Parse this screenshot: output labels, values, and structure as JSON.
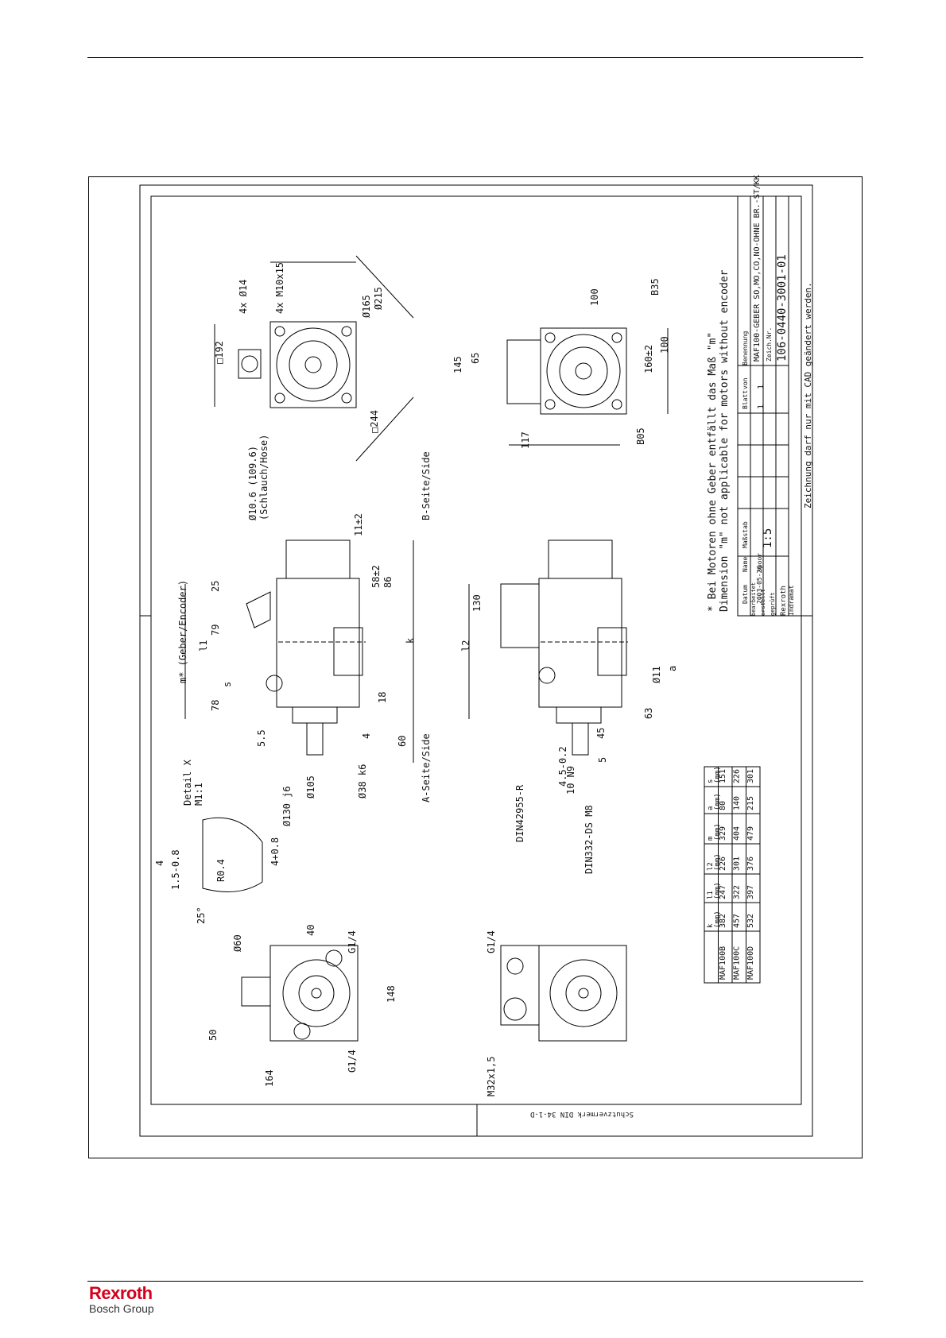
{
  "footer": {
    "brand": "Rexroth",
    "group": "Bosch Group"
  },
  "drawing": {
    "note_de": "* Bei Motoren ohne Geber entfällt das Maß \"m\"",
    "note_en": "Dimension \"m\" not applicable for motors without encoder",
    "cad_note": "Zeichnung darf nur mit CAD geändert werden.",
    "trademark": "Schutzvermerk DIN 34-1-D",
    "detail_title": "Detail X",
    "detail_scale": "M1:1",
    "a_side": "A-Seite/Side",
    "b_side": "B-Seite/Side",
    "hose": "Ø10.6 (109.6)",
    "hose2": "(Schlauch/Hose)",
    "encoder_dim": "m* (Geber/Encoder)",
    "flange_holes": "4x Ø14",
    "threads": "4x M10x15",
    "din1": "DIN42955-R",
    "din2": "DIN332-DS M8",
    "b35": "B35",
    "b05": "B05",
    "g14": "G1/4",
    "m32": "M32x1,5",
    "dims": {
      "d215": "Ø215",
      "d165": "Ø165",
      "sq192": "□192",
      "sq244": "□244",
      "d38": "Ø38 k6",
      "d105": "Ø105",
      "d130": "Ø130 j6",
      "d60": "Ø60",
      "d11": "Ø11",
      "n25": "25",
      "n79": "79",
      "n78": "78",
      "n55": "5.5",
      "n4": "4",
      "n60": "60",
      "n18": "18",
      "n86": "86",
      "n58": "58±2",
      "n11": "11±2",
      "n145": "145",
      "n65": "65",
      "n117": "117",
      "n100a": "100",
      "n100b": "100",
      "n160": "160±2",
      "n130": "130",
      "n45": "45",
      "n5": "5",
      "n63": "63",
      "n10": "10 N9",
      "n4b": "4.5-0.2",
      "n148": "148",
      "n164": "164",
      "n50": "50",
      "n40": "40",
      "n25d": "25°",
      "r04": "R0.4",
      "n15": "1.5-0.8",
      "n4d": "4",
      "n4e": "4+0.8",
      "l1": "l1",
      "l2": "l2",
      "s": "s",
      "a": "a",
      "k": "k"
    },
    "table": {
      "headers": [
        "",
        "k\n(mm)",
        "l1\n(mm)",
        "l2\n(mm)",
        "m\n(mm)",
        "a\n(mm)",
        "s\n(mm)"
      ],
      "rows": [
        [
          "MAF100B",
          "382",
          "247",
          "226",
          "329",
          "80",
          "151"
        ],
        [
          "MAF100C",
          "457",
          "322",
          "301",
          "404",
          "140",
          "226"
        ],
        [
          "MAF100D",
          "532",
          "397",
          "376",
          "479",
          "215",
          "301"
        ]
      ]
    },
    "title_block": {
      "benennung": "Benennung",
      "name": "MAF100-GEBER SO,MO,CO,NO-OHNE BR.-ST/KK",
      "zeichnr_label": "Zeich.Nr.",
      "number": "106-0440-3001-01",
      "scale_label": "Maßstab",
      "scale": "1:5",
      "date_label": "Datum",
      "date": "2003-05-26",
      "name_label": "Name",
      "author": "spoor",
      "blatt_label": "Blatt",
      "von_label": "von",
      "blatt": "1",
      "von": "1",
      "rows_labels": [
        "bearbeitet",
        "erstellt",
        "geprüft"
      ],
      "brand1": "Rexroth",
      "brand2": "Indramat"
    }
  }
}
